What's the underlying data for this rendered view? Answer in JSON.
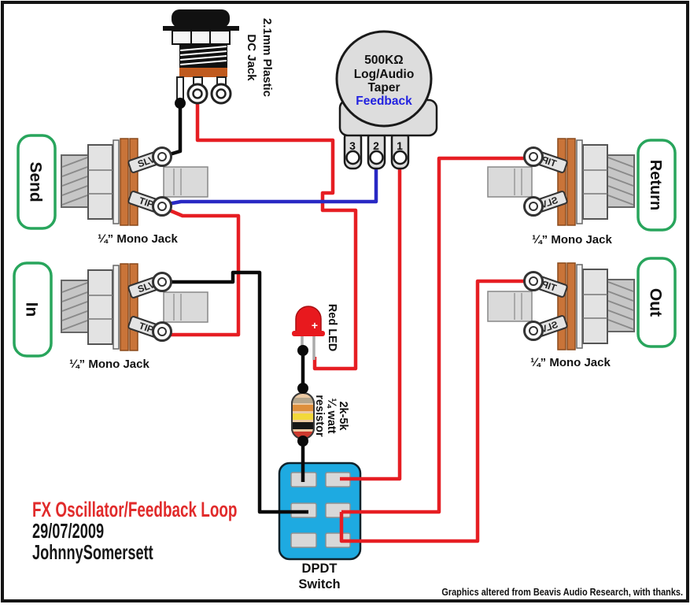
{
  "title_block": {
    "title": "FX Oscillator/Feedback Loop",
    "date": "29/07/2009",
    "author": "JohnnySomersett"
  },
  "credit": "Graphics altered from Beavis Audio Research, with thanks.",
  "dc_jack": {
    "label_line1": "2.1mm Plastic",
    "label_line2": "DC Jack"
  },
  "pot": {
    "value": "500KΩ",
    "taper_line1": "Log/Audio",
    "taper_line2": "Taper",
    "function": "Feedback",
    "lugs": [
      "3",
      "2",
      "1"
    ]
  },
  "led": {
    "label": "Red LED",
    "polarity": "+"
  },
  "resistor": {
    "label_line1": "2k-5k",
    "label_line2": "¼ watt",
    "label_line3": "resistor"
  },
  "switch": {
    "label_line1": "DPDT",
    "label_line2": "Switch"
  },
  "jacks": [
    {
      "name": "Send",
      "type": "¼” Mono Jack",
      "top_lug": "SLV",
      "bottom_lug": "TIP"
    },
    {
      "name": "Return",
      "type": "¼” Mono Jack",
      "top_lug": "TIP",
      "bottom_lug": "SLV"
    },
    {
      "name": "In",
      "type": "¼” Mono Jack",
      "top_lug": "SLV",
      "bottom_lug": "TIP"
    },
    {
      "name": "Out",
      "type": "¼” Mono Jack",
      "top_lug": "TIP",
      "bottom_lug": "SLV"
    }
  ],
  "colors": {
    "wire_red": "#E61E23",
    "wire_black": "#0A0A0A",
    "wire_blue": "#2929C4",
    "accent_green": "#28A55C",
    "switch_blue": "#1EAAE1",
    "board_orange": "#C97439",
    "led_red": "#E8191E",
    "title_red": "#E12B2B"
  }
}
